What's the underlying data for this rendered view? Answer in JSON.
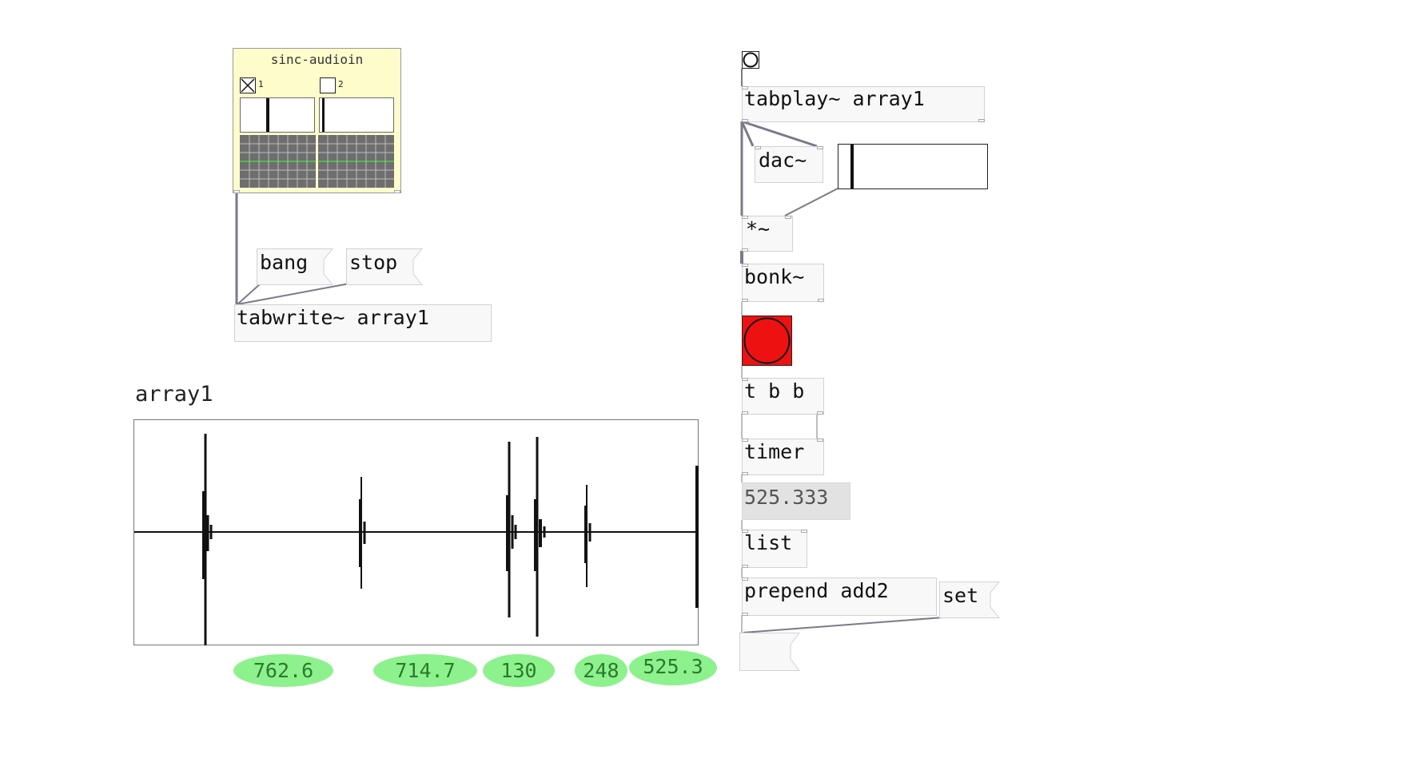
{
  "gop": {
    "title": "sinc-audioin",
    "channels": [
      {
        "label": "1",
        "checked": true
      },
      {
        "label": "2",
        "checked": false
      }
    ]
  },
  "objects": {
    "tabwrite": "tabwrite~ array1",
    "tabplay": "tabplay~ array1",
    "dac": "dac~",
    "mul": "*~",
    "bonk": "bonk~",
    "trigger": "t b b",
    "timer": "timer",
    "list": "list",
    "prepend": "prepend add2"
  },
  "messages": {
    "bang": "bang",
    "stop": "stop",
    "set": "set",
    "empty": ""
  },
  "number_box": "525.333",
  "array": {
    "name": "array1",
    "onset_labels": [
      "762.6",
      "714.7",
      "130",
      "248",
      "525.3"
    ]
  },
  "colors": {
    "bang_flash": "#ee1111",
    "label_fill": "#8df28d",
    "gop_bg": "#fffccc",
    "cord": "#7a7a8a"
  }
}
